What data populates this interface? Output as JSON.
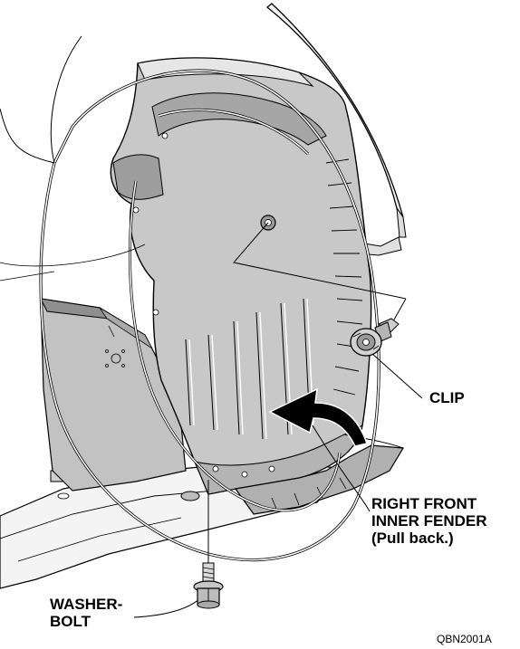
{
  "callouts": {
    "clip": "CLIP",
    "fender_line1": "RIGHT FRONT",
    "fender_line2": "INNER FENDER",
    "fender_line3": "(Pull back.)",
    "bolt_line1": "WASHER-",
    "bolt_line2": "BOLT"
  },
  "figure_code": "QBN2001A",
  "colors": {
    "part_fill": "#c8c8c8",
    "part_dark": "#9a9a9a",
    "part_light": "#e4e4e4",
    "arrow": "#000000",
    "outline": "#000000",
    "background": "#ffffff"
  },
  "icons": [
    "pull-back-arrow-icon",
    "clip-fastener-icon",
    "washer-bolt-icon"
  ]
}
